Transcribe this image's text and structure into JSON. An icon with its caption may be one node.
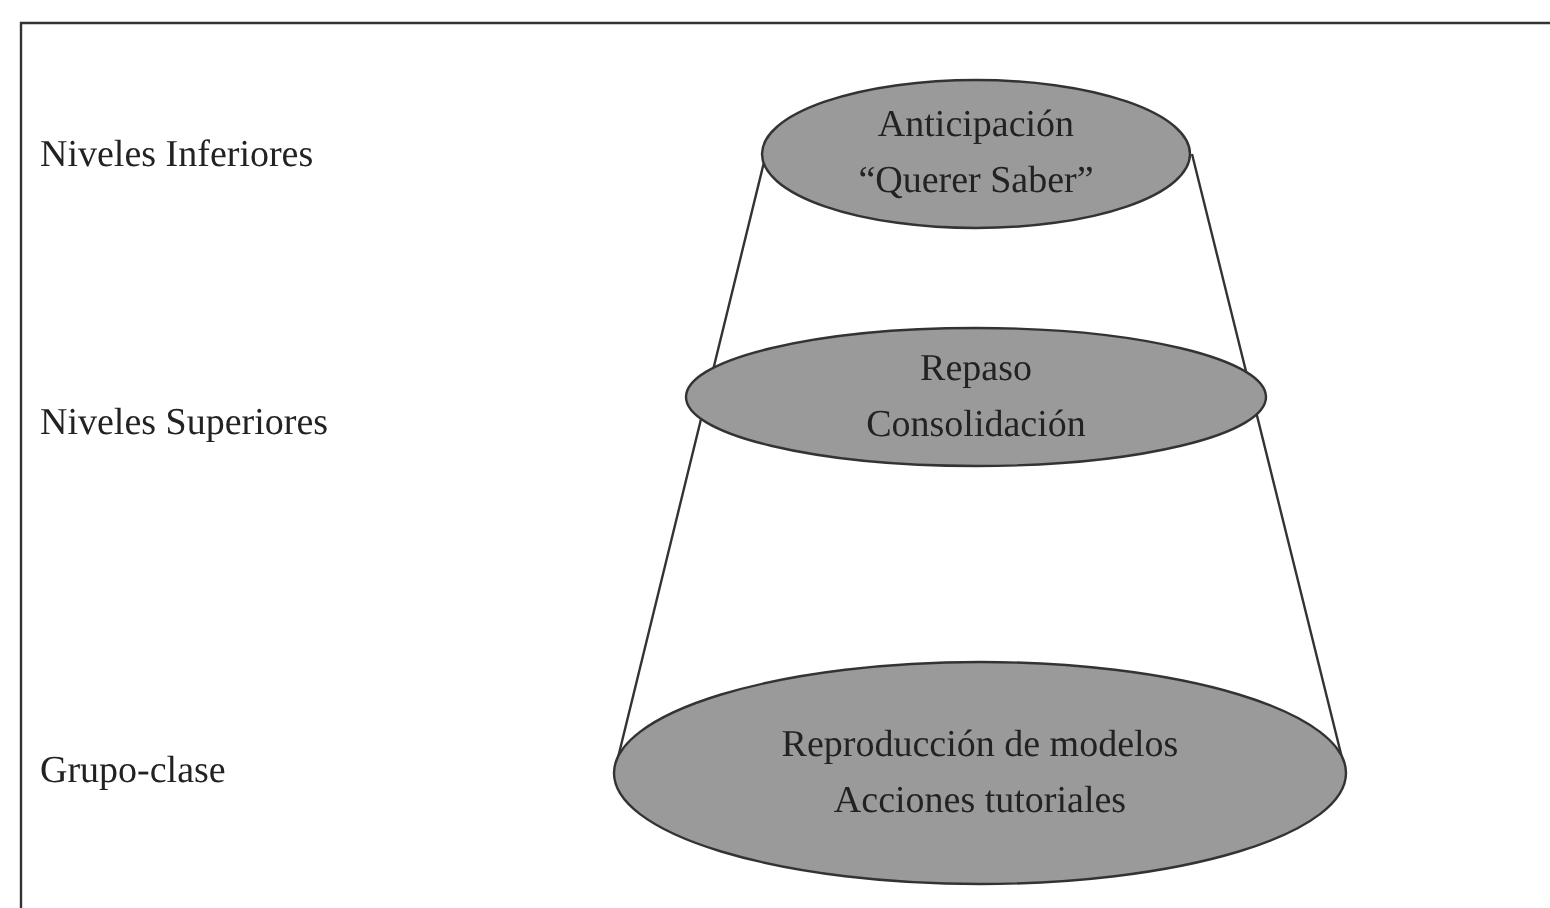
{
  "diagram": {
    "nodes": [
      {
        "text": [
          "Anticipación",
          "“Querer Saber”"
        ]
      },
      {
        "text": [
          "Repaso",
          "Consolidación"
        ]
      },
      {
        "text": [
          "Reproducción de modelos",
          "Acciones tutoriales"
        ]
      }
    ],
    "labels": [
      "Niveles Inferiores",
      "Niveles Superiores",
      "Grupo-clase"
    ]
  }
}
